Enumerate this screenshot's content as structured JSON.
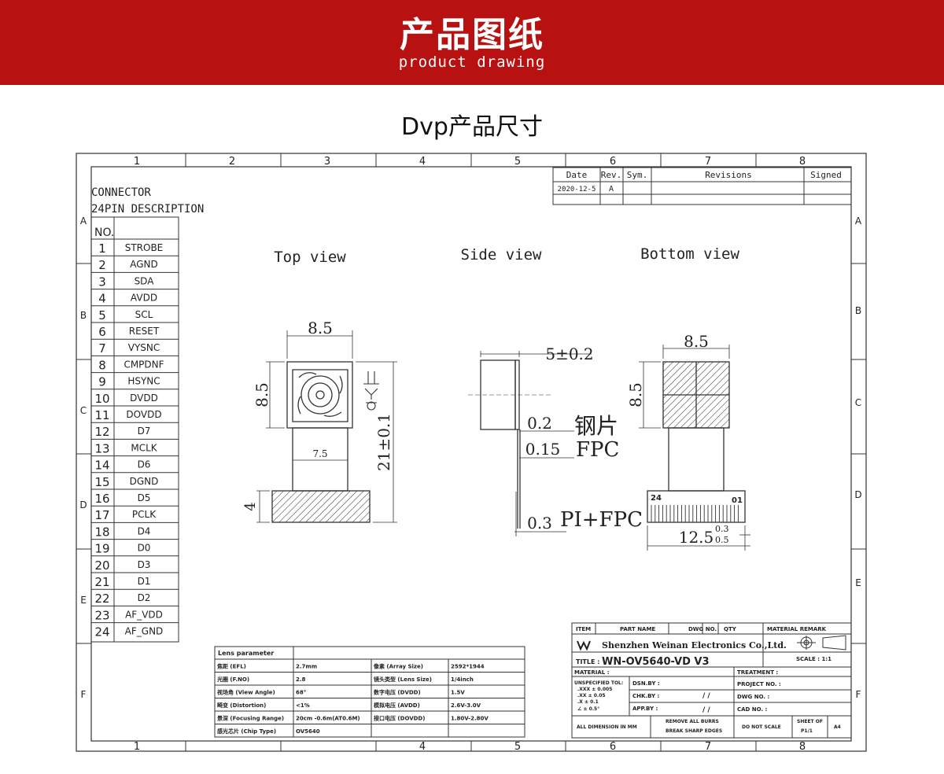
{
  "header": {
    "title": "产品图纸",
    "subtitle": "product drawing"
  },
  "section_title": "Dvp产品尺寸",
  "frame": {
    "columns": [
      "1",
      "2",
      "3",
      "4",
      "5",
      "6",
      "7",
      "8"
    ],
    "rows": [
      "A",
      "B",
      "C",
      "D",
      "E",
      "F"
    ]
  },
  "revision_table": {
    "headers": [
      "Date",
      "Rev.",
      "Sym.",
      "Revisions",
      "Signed"
    ],
    "row": [
      "2020-12-5",
      "A",
      "",
      "",
      ""
    ]
  },
  "connector": {
    "title_line1": "CONNECTOR",
    "title_line2": "24PIN DESCRIPTION",
    "no_header": "NO.",
    "pins": [
      {
        "no": "1",
        "name": "STROBE"
      },
      {
        "no": "2",
        "name": "AGND"
      },
      {
        "no": "3",
        "name": "SDA"
      },
      {
        "no": "4",
        "name": "AVDD"
      },
      {
        "no": "5",
        "name": "SCL"
      },
      {
        "no": "6",
        "name": "RESET"
      },
      {
        "no": "7",
        "name": "VYSNC"
      },
      {
        "no": "8",
        "name": "CMPDNF"
      },
      {
        "no": "9",
        "name": "HSYNC"
      },
      {
        "no": "10",
        "name": "DVDD"
      },
      {
        "no": "11",
        "name": "DOVDD"
      },
      {
        "no": "12",
        "name": "D7"
      },
      {
        "no": "13",
        "name": "MCLK"
      },
      {
        "no": "14",
        "name": "D6"
      },
      {
        "no": "15",
        "name": "DGND"
      },
      {
        "no": "16",
        "name": "D5"
      },
      {
        "no": "17",
        "name": "PCLK"
      },
      {
        "no": "18",
        "name": "D4"
      },
      {
        "no": "19",
        "name": "D0"
      },
      {
        "no": "20",
        "name": "D3"
      },
      {
        "no": "21",
        "name": "D1"
      },
      {
        "no": "22",
        "name": "D2"
      },
      {
        "no": "23",
        "name": "AF_VDD"
      },
      {
        "no": "24",
        "name": "AF_GND"
      }
    ]
  },
  "views": {
    "top": "Top view",
    "side": "Side view",
    "bottom": "Bottom view"
  },
  "dimensions": {
    "top_width": "8.5",
    "top_height": "8.5",
    "top_fpc_width": "7.5",
    "top_total_length": "21±0.1",
    "top_stiffener": "4",
    "side_thickness": "5±0.2",
    "side_steel": "0.2",
    "side_fpc": "0.15",
    "side_pi_fpc": "0.3",
    "label_steel": "钢片",
    "label_fpc": "FPC",
    "label_pi_fpc": "PI+FPC",
    "bottom_width": "8.5",
    "bottom_height": "8.5",
    "bottom_connector": "12.5",
    "bottom_tol_plus": "0.3",
    "bottom_tol_minus": "0.5",
    "pin_24": "24",
    "pin_01": "01"
  },
  "lens_params": {
    "title": "Lens parameter",
    "rows": [
      {
        "k1": "焦距 (EFL)",
        "v1": "2.7mm",
        "k2": "像素 (Array Size)",
        "v2": "2592*1944"
      },
      {
        "k1": "光圈 (F.NO)",
        "v1": "2.8",
        "k2": "镜头类型 (Lens Size)",
        "v2": "1/4inch"
      },
      {
        "k1": "视场角 (View Angle)",
        "v1": "68°",
        "k2": "数字电压 (DVDD)",
        "v2": "1.5V"
      },
      {
        "k1": "畸变 (Distortion)",
        "v1": "<1%",
        "k2": "模拟电压 (AVDD)",
        "v2": "2.6V-3.0V"
      },
      {
        "k1": "景深 (Focusing Range)",
        "v1": "20cm -0.6m(AT0.6M)",
        "k2": "接口电压 (DOVDD)",
        "v2": "1.80V-2.80V"
      },
      {
        "k1": "感光芯片 (Chip Type)",
        "v1": "OV5640",
        "k2": "",
        "v2": ""
      }
    ]
  },
  "title_block": {
    "hdr_item": "ITEM",
    "hdr_part": "PART NAME",
    "hdr_dwg": "DWG NO.",
    "hdr_qty": "QTY",
    "hdr_material": "MATERIAL REMARK",
    "company": "Shenzhen Weinan Electronics Co.,Ltd.",
    "title_label": "TITLE :",
    "title_value": "WN-OV5640-VD V3",
    "scale": "SCALE : 1:1",
    "material": "MATERIAL :",
    "treatment": "TREATMENT :",
    "unspecified": "UNSPECIFIED TOL:",
    "tol1": ".XXX  ±  0.005",
    "tol2": ".XX   ±  0.05",
    "tol3": ".X    ±  0.1",
    "tol4": "∠     ±  0.5°",
    "dsn": "DSN.BY :",
    "chk": "CHK.BY :",
    "apr": "APP.BY :",
    "slash1": "/  /",
    "slash2": "/  /",
    "project": "PROJECT NO. :",
    "dwg_no": "DWG NO. :",
    "cad_no": "CAD NO. :",
    "dims_mm": "ALL DIMENSION IN MM",
    "remove_burrs": "REMOVE ALL BURRS",
    "break_edges": "BREAK SHARP EDGES",
    "no_scale": "DO NOT SCALE",
    "sheet_of": "SHEET OF",
    "sheet": "P1/1",
    "paper": "A4"
  }
}
